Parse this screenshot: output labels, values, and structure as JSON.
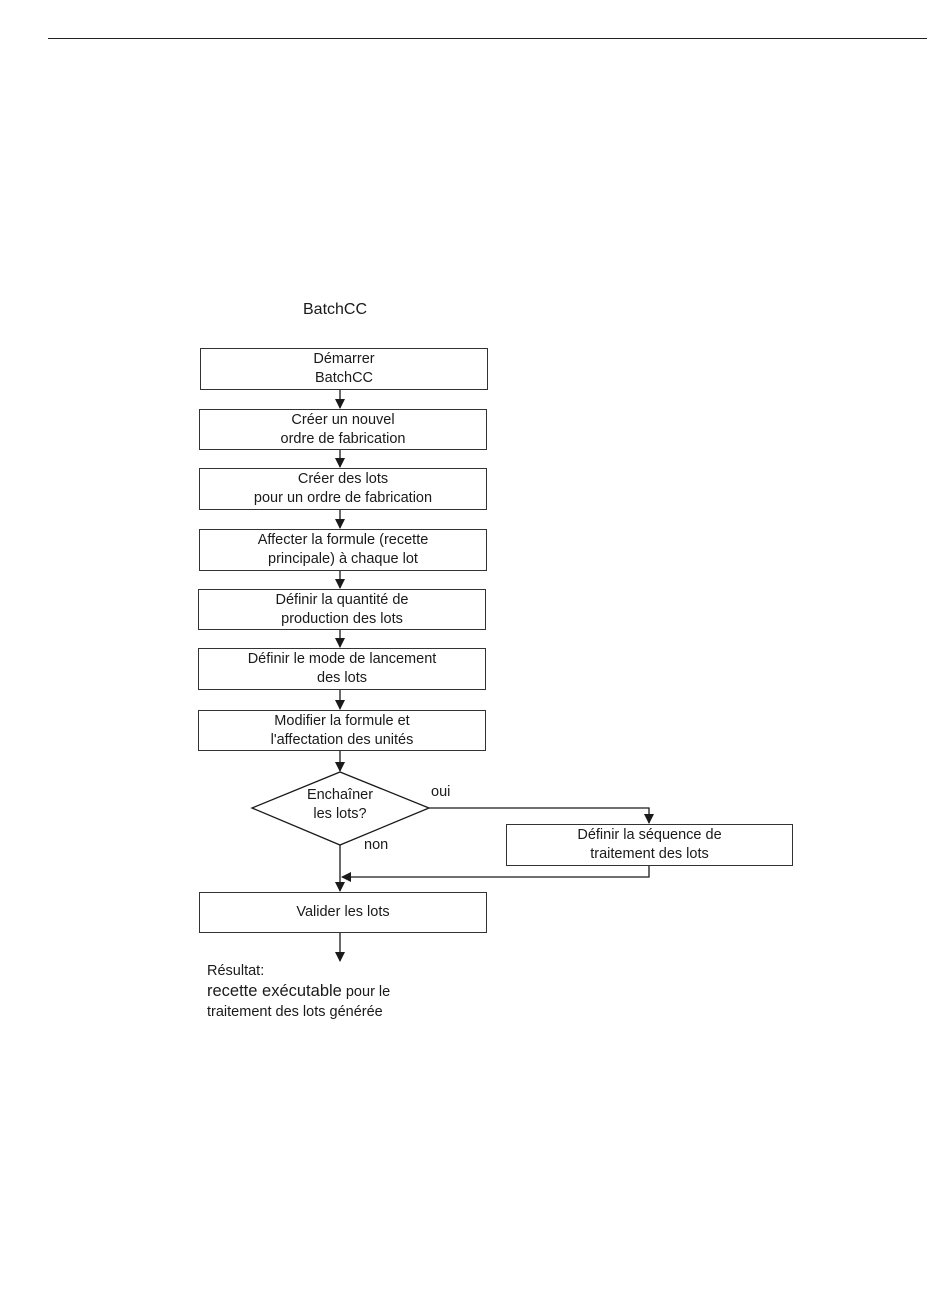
{
  "title": "BatchCC",
  "steps": [
    {
      "line1": "Démarrer",
      "line2": "BatchCC"
    },
    {
      "line1": "Créer un nouvel",
      "line2": "ordre de fabrication"
    },
    {
      "line1": "Créer des lots",
      "line2": "pour un ordre de fabrication"
    },
    {
      "line1": "Affecter la formule (recette",
      "line2": "principale) à chaque lot"
    },
    {
      "line1": "Définir la quantité de",
      "line2": "production des lots"
    },
    {
      "line1": "Définir le mode de lancement",
      "line2": "des lots"
    },
    {
      "line1": "Modifier la formule et",
      "line2": "l'affectation des unités"
    }
  ],
  "decision": {
    "line1": "Enchaîner",
    "line2": "les lots?",
    "yes": "oui",
    "no": "non"
  },
  "side_step": {
    "line1": "Définir la séquence de",
    "line2": "traitement des lots"
  },
  "validate": "Valider les lots",
  "result": {
    "label": "Résultat:",
    "emphasis": "recette exécutable",
    "rest1": " pour le",
    "rest2": "traitement des lots générée"
  }
}
